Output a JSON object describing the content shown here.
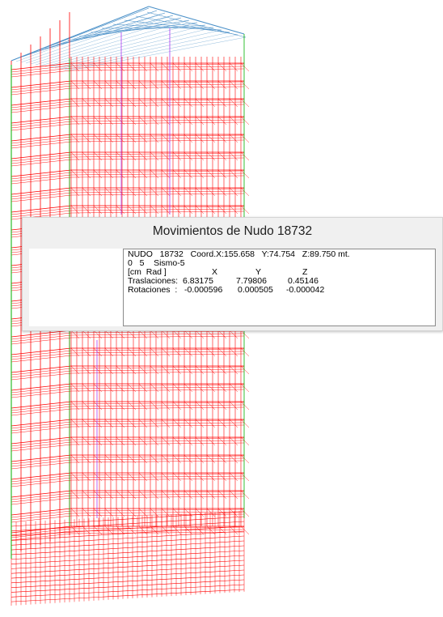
{
  "viewport": {
    "frame_color": "#ff0000",
    "roof_color": "#4a90c8",
    "column_color": "#00b000",
    "highlight_color": "#a020f0",
    "background": "#ffffff"
  },
  "dialog": {
    "title": "Movimientos de Nudo 18732",
    "header_line": "NUDO   18732   Coord.X:155.658   Y:74.754   Z:89.750 mt.",
    "case_line": "0   5    Sismo-5",
    "units_label": "[cm  Rad ]",
    "axes": [
      "X",
      "Y",
      "Z"
    ],
    "rows": [
      {
        "label": "Traslaciones:",
        "values": [
          "6.83175",
          "7.79806",
          "0.45146"
        ]
      },
      {
        "label": "Rotaciones  :",
        "values": [
          "-0.000596",
          "0.000505",
          "-0.000042"
        ]
      }
    ]
  }
}
